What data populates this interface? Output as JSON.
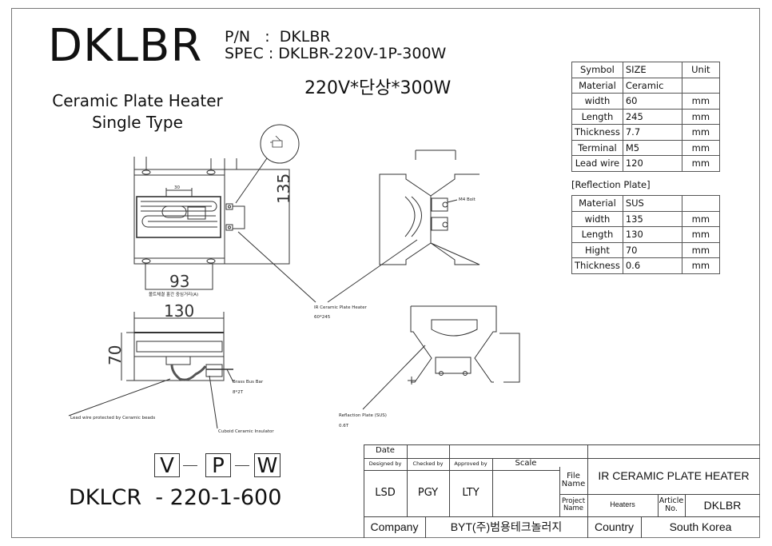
{
  "header": {
    "model_title": "DKLBR",
    "pn_label": "P/N",
    "pn_value": "DKLBR",
    "spec_label": "SPEC",
    "spec_value": "DKLBR-220V-1P-300W",
    "rating": "220V*단상*300W",
    "product_name": "Ceramic Plate Heater",
    "product_type": "Single Type"
  },
  "heater_table": {
    "columns": [
      "Symbol",
      "SIZE",
      "Unit"
    ],
    "rows": [
      {
        "symbol": "Material",
        "size": "Ceramic",
        "unit": ""
      },
      {
        "symbol": "width",
        "size": "60",
        "unit": "mm"
      },
      {
        "symbol": "Length",
        "size": "245",
        "unit": "mm"
      },
      {
        "symbol": "Thickness",
        "size": "7.7",
        "unit": "mm"
      },
      {
        "symbol": "Terminal",
        "size": "M5",
        "unit": "mm"
      },
      {
        "symbol": "Lead wire",
        "size": "120",
        "unit": "mm"
      }
    ]
  },
  "reflection_table": {
    "title": "[Reflection Plate]",
    "rows": [
      {
        "symbol": "Material",
        "size": "SUS",
        "unit": ""
      },
      {
        "symbol": "width",
        "size": "135",
        "unit": "mm"
      },
      {
        "symbol": "Length",
        "size": "130",
        "unit": "mm"
      },
      {
        "symbol": "Hight",
        "size": "70",
        "unit": "mm"
      },
      {
        "symbol": "Thickness",
        "size": "0.6",
        "unit": "mm"
      }
    ]
  },
  "drawing": {
    "top_view": {
      "dim_height": "135",
      "dim_bolt_spacing": "93",
      "dim_element": "30",
      "bolt_note": "볼트체결 홀간 중심거리(A)"
    },
    "side_view": {
      "dim_width": "130",
      "dim_height": "70",
      "callout_brass": "Brass Bus Bar",
      "callout_brass_spec": "8*2T",
      "callout_lead": "Lead wire protected by Ceramic beads",
      "callout_insulator": "Cuboid Ceramic Insulator"
    },
    "front_view": {
      "callout_bolt": "M4 Bolt",
      "callout_heater": "IR Ceramic Plate Heater",
      "callout_heater_size": "60*245"
    },
    "end_view": {
      "callout_reflection": "Reflaction Plate (SUS)",
      "callout_reflection_thk": "0.6T"
    }
  },
  "code_legend": {
    "boxes": [
      "V",
      "P",
      "W"
    ],
    "model_prefix": "DKLCR",
    "model_suffix": "- 220-1-600"
  },
  "title_block": {
    "date_label": "Date",
    "designed_by_label": "Designed by",
    "checked_by_label": "Checked by",
    "approved_by_label": "Approved by",
    "scale_label": "Scale",
    "designed_by": "LSD",
    "checked_by": "PGY",
    "approved_by": "LTY",
    "file_name_label": "File Name",
    "file_name": "IR CERAMIC PLATE  HEATER",
    "project_name_label": "Project Name",
    "project_name": "Heaters",
    "article_no_label": "Article No.",
    "article_no": "DKLBR",
    "company_label": "Company",
    "company": "BYT(주)범용테크놀러지",
    "country_label": "Country",
    "country": "South Korea"
  }
}
